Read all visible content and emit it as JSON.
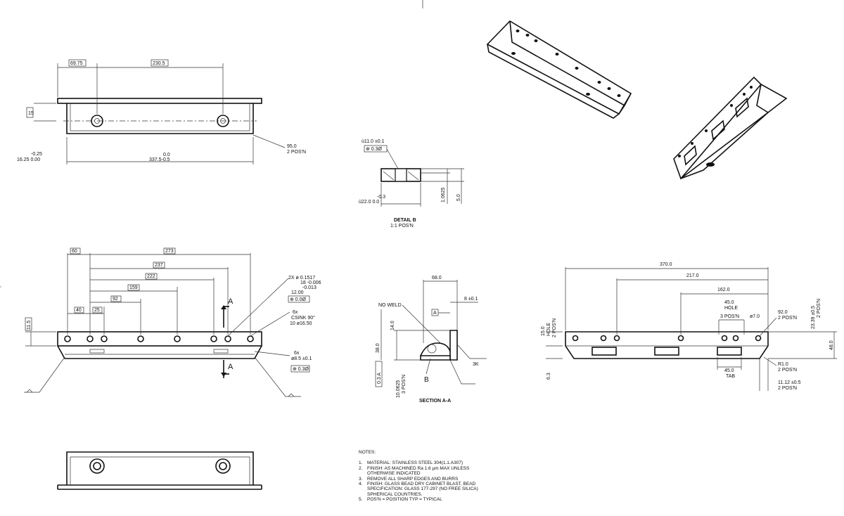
{
  "views": {
    "top": {
      "dims": {
        "d1": "69.75",
        "d2": "230.5",
        "d3": "0.0",
        "d4": "337.5-0.5",
        "d5": "-0.25",
        "d6": "16.25 0.00",
        "d7": "95.0",
        "d8": "2 POS'N",
        "d9": "15"
      }
    },
    "front": {
      "dims": {
        "c1": "60",
        "c2": "273",
        "c3": "237",
        "c4": "222",
        "c5": "159",
        "c6": "92",
        "c7": "40",
        "c8": "25",
        "c9": "A",
        "c10": "A"
      },
      "callout": {
        "l1": "2X ø 0.1517",
        "l2": "18 -0.006",
        "l3": "-0.013",
        "l4": "12.00",
        "l5": "⊕ 0.0Ø",
        "l6": "6x",
        "l7": "CSINK 90°",
        "l8": "10 ø16.50",
        "l9": "6x",
        "l10": "ø8.5 ±0.1",
        "l11": "⊕ 0.3Ø",
        "l12": "11.5"
      }
    },
    "detail": {
      "labels": {
        "t1": "ù11.0 ±0.1",
        "t2": "⊕ 0.3Ø",
        "t3": "-0.3",
        "t4": "ù22.0 0.0",
        "t5": "1.0625",
        "t6": "5.0",
        "t7": "DETAIL B",
        "t8": "1:1 POS'N"
      }
    },
    "section": {
      "labels": {
        "s1": "NO WELD",
        "s2": "68.0",
        "s3": "8 ±0.1",
        "s4": "A",
        "s5": "14.0",
        "s6": "38.0",
        "s7": "0.3 A",
        "s8": "10.0625",
        "s9": "3 POS'N",
        "s10": "B",
        "s11": "3K",
        "s12": "SECTION A-A"
      }
    },
    "side": {
      "labels": {
        "r1": "370.0",
        "r2": "217.0",
        "r3": "162.0",
        "r4": "45.0",
        "r5": "HOLE",
        "r6": "3 POS'N",
        "r7": "ø7.0",
        "r8": "92.0",
        "r9": "2 POS'N",
        "r10": "23.39 ±0.5",
        "r11": "2 POS'N",
        "r12": "15.0",
        "r13": "HOLE",
        "r14": "2 POS'N",
        "r15": "6.3",
        "r16": "45.0",
        "r17": "TAB",
        "r18": "R1.0",
        "r19": "2 POS'N",
        "r20": "11.12 ±0.5",
        "r21": "2 POS'N",
        "r22": "48.0"
      }
    }
  },
  "notes": {
    "heading": "NOTES:",
    "items": [
      {
        "n": "1.",
        "text": "MATERIAL: STAINLESS STEEL 304(1.1.A307)"
      },
      {
        "n": "2.",
        "text": "FINISH: AS MACHINED Ra 1.6 µm MAX UNLESS"
      },
      {
        "n": "",
        "text": "OTHERWISE INDICATED"
      },
      {
        "n": "3.",
        "text": "REMOVE ALL SHARP EDGES AND BURRS"
      },
      {
        "n": "4.",
        "text": "FINISH: GLASS BEAD DRY CABINET BLAST, BEAD"
      },
      {
        "n": "",
        "text": "SPECIFICATION: GLASS 177-297 (NO FREE SILICA)"
      },
      {
        "n": "",
        "text": "SPHERICAL COUNTRIES."
      },
      {
        "n": "5.",
        "text": "POS'N = POSITION  TYP = TYPICAL"
      }
    ]
  }
}
